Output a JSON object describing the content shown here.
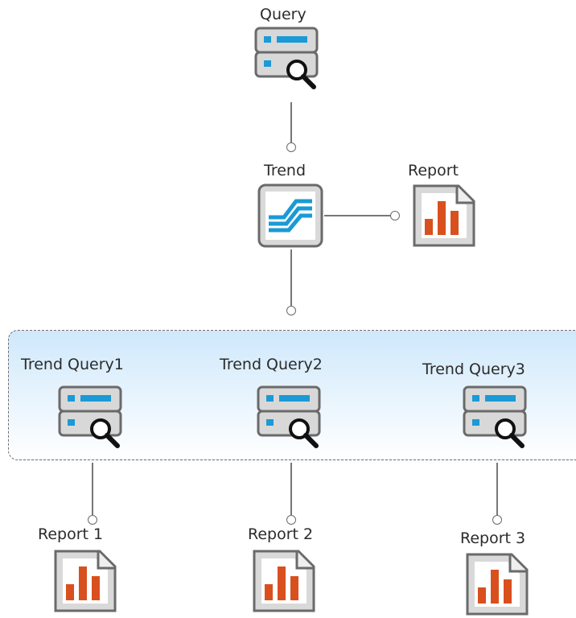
{
  "diagram": {
    "query": {
      "label": "Query",
      "icon": "query-icon"
    },
    "trend": {
      "label": "Trend",
      "icon": "trend-icon"
    },
    "report": {
      "label": "Report",
      "icon": "report-icon"
    },
    "trend_queries": [
      {
        "label": "Trend Query1",
        "icon": "query-icon"
      },
      {
        "label": "Trend Query2",
        "icon": "query-icon"
      },
      {
        "label": "Trend Query3",
        "icon": "query-icon"
      }
    ],
    "reports": [
      {
        "label": "Report 1",
        "icon": "report-icon"
      },
      {
        "label": "Report 2",
        "icon": "report-icon"
      },
      {
        "label": "Report 3",
        "icon": "report-icon"
      }
    ]
  },
  "colors": {
    "accent_blue": "#1a9ad6",
    "report_bars": "#d9501f",
    "connector": "#777777",
    "group_fill": "#cfe8fb"
  }
}
